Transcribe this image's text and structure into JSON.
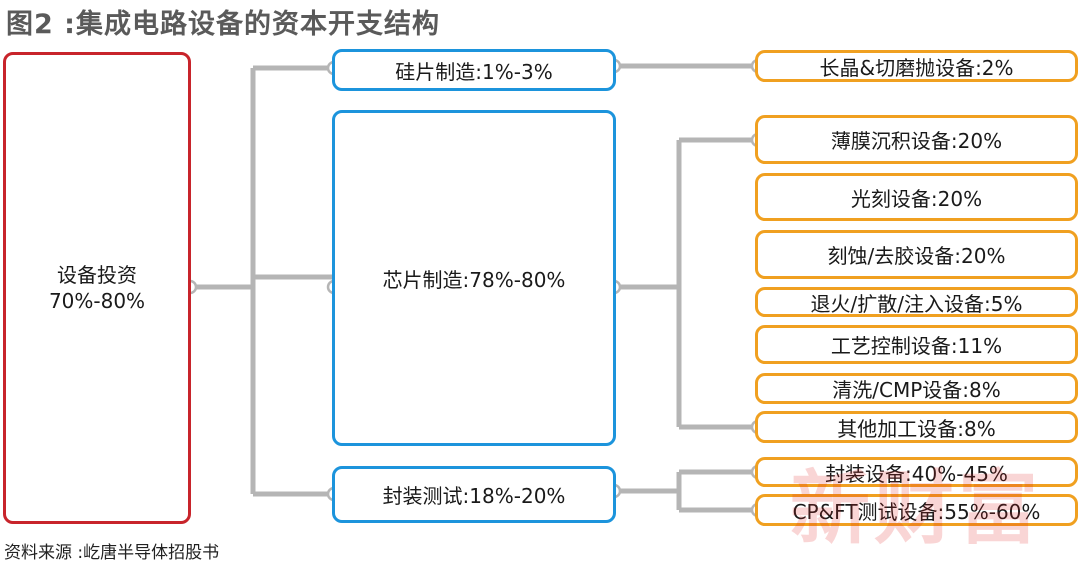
{
  "title": "图2 :集成电路设备的资本开支结构",
  "source": "资料来源 :屹唐半导体招股书",
  "watermark": "新财富",
  "root": {
    "label": "设备投资",
    "value": "70%-80%"
  },
  "level1": [
    {
      "label": "硅片制造:1%-3%"
    },
    {
      "label": "芯片制造:78%-80%"
    },
    {
      "label": "封装测试:18%-20%"
    }
  ],
  "level2": [
    {
      "label": "长晶&切磨抛设备:2%"
    },
    {
      "label": "薄膜沉积设备:20%"
    },
    {
      "label": "光刻设备:20%"
    },
    {
      "label": "刻蚀/去胶设备:20%"
    },
    {
      "label": "退火/扩散/注入设备:5%"
    },
    {
      "label": "工艺控制设备:11%"
    },
    {
      "label": "清洗/CMP设备:8%"
    },
    {
      "label": "其他加工设备:8%"
    },
    {
      "label": "封装设备:40%-45%"
    },
    {
      "label": "CP&FT测试设备:55%-60%"
    }
  ],
  "colors": {
    "root_border": "#c8242b",
    "level1_border": "#1c94dc",
    "level2_border": "#f0a020",
    "connector": "#b5b5b5"
  }
}
